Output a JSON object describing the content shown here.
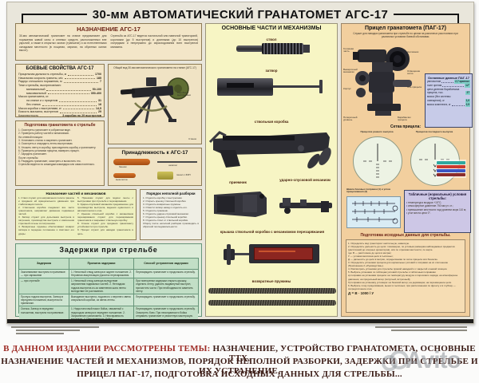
{
  "title": "30-мм АВТОМАТИЧЕСКИЙ ГРАНАТОМЕТ АГС-17",
  "left": {
    "purpose": {
      "heading": "НАЗНАЧЕНИЕ АГС-17",
      "para1": "30-мм автоматический гранатомет на станке предназначен для поражения живой силы и огневых средств, расположенных вне укрытий, а также в открытых окопах (траншеях) и за естественными складками местности (в лощинах, оврагах, на обратных скатах высот).",
      "para2": "Стрельба из АГС-17 ведется настильной или навесной траекторией, короткими (до 5 выстрелов) и длинными (до 10 выстрелов) очередями и непрерывно до израсходования всех выстрелов магазина."
    },
    "combat": {
      "heading": "БОЕВЫЕ СВОЙСТВА АГС-17",
      "rows": [
        {
          "label": "Прицельная дальность стрельбы, м",
          "value": "1700"
        },
        {
          "label": "Начальная скорость гранаты, м/с",
          "value": "185"
        },
        {
          "label": "Радиус сплошного поражения, м",
          "value": "7"
        },
        {
          "label": "Темп стрельбы, выстрелов/мин:",
          "value": ""
        },
        {
          "label": "минимальный",
          "value": "50-100"
        },
        {
          "label": "максимальный",
          "value": "350-400"
        },
        {
          "label": "Масса гранатомета, кг:",
          "value": ""
        },
        {
          "label": "на станке и с прицелом",
          "value": "31"
        },
        {
          "label": "без станка",
          "value": "18"
        },
        {
          "label": "Масса коробки с выстрелами, кг",
          "value": "14,5"
        },
        {
          "label": "Емкость магазина, выстрелов",
          "value": "29"
        },
        {
          "label": "Комплектность",
          "value": "3 коробки по 29 выстрелов"
        }
      ]
    },
    "overview": {
      "caption": "Общий вид 30-мм автоматического гранатомета на станке (АГС-17)",
      "label_box": "Коробка с выстрелами",
      "label_mount": "Станок"
    },
    "prep": {
      "heading": "Подготовка гранатомета к стрельбе",
      "text": "1. Осмотреть гранатомет в собранном виде.\n2. Проверить работу частей и механизмов.\nНа огневой позиции:\n3. Установить станок и закрепить гранатомет.\n4. Осмотреть и снарядить ленты выстрелами.\n5. Уложить ленту в коробку, присоединить коробку к гранатомету.\n6. Проверить установки прицела, выверить прицел.\n7. Зарядить гранатомет.\nПосле стрельбы:\n8. Разрядить гранатомет, осмотреть и вычистить его.\nСтрельба ведется по командам командира или самостоятельно."
    },
    "accessories": {
      "heading": "Принадлежность к АГС-17",
      "items": [
        "банник",
        "шомпол",
        "выколотка",
        "пенал с ЗИП"
      ]
    },
    "parts_purpose": {
      "heading": "Назначение частей и механизмов",
      "col1": "1. Ствол служит для направления полета гранаты и придания ей вращательного движения при стабилизации полета.\n2. Ствольная коробка соединяет все части гранатомета, направляет движение подвижных частей.\n3. Затвор служит для досылания выстрела в патронник, производства выстрела и извлечения стреляной гильзы из патронника.\n4. Возвратные пружины обеспечивают возврат затвора в переднее положение и смягчают его удары.",
      "col2": "5. Приемник служит для подачи ленты с выстрелами при стрельбе и перезаряжании.\n6. Ударно-спусковой механизм предназначен для производства выстрела, ведения одиночного и автоматического огня.\n7. Крышка ствольной коробки с механизмом перезаряжания служит для перезаряжания гранатомета и закрывает ствольную коробку.\n8. Станок служит для придания гранатомету устойчивости при стрельбе.\n9. Прицел служит для наводки гранатомета в цель."
    },
    "disassembly": {
      "heading": "Порядок неполной разборки",
      "text": "1. Отделить коробку с выстрелами.\n2. Открыть крышку ствольной коробки.\n3. Отделить возвратные пружины.\n4. Отвести затвор назад и отделить его.\n5. Отделить приемник.\n6. Отделить ударно-спусковой механизм.\n7. Отделить крышку ствольной коробки.\n8. Отделить ствол от ствольной коробки.\nСборку после неполной разборки производить в обратной последовательности."
    },
    "stoppages": {
      "heading": "Задержки при стрельбе",
      "columns": [
        "Задержка",
        "Причина задержки",
        "Способ устранения задержки"
      ],
      "rows": [
        [
          "Заклинивание выстрела в приемнике: — при заряжании",
          "1. Неполный отвод затвора в заднее положение. 2. Неровная амортизация рукояток перезаряжания.",
          "Перезарядить гранатомет и продолжать стрельбу."
        ],
        [
          "— при стрельбе",
          "1. Неполный отход затвора вследствие загрязнения подвижных частей. 2. Негладкая подача выстрела из-за изменения шага ленты вследствие ее растяжения.",
          "При повторении задержки открыть крышку, отделить ленту, удалить выдвинутый выстрел, прочистить части. При необходимости заменить ленту."
        ],
        [
          "Пропуск подачи выстрела. Затвор в переднем положении, выстрела на приемнике.",
          "Выпадение выстрела, поданного с верхнего звена спиральной коробки, из звена ленты.",
          "Перезарядить гранатомет и продолжать стрельбу."
        ],
        [
          "Осечка. Затвор в переднем положении, выстрела на приемнике.",
          "1. Недостаточный накол бойка, связанный с недоходом затвора в переднее положение. 2. Загрязнение гранатомета. 3. Неисправность выстрела. 4. Неисправность бойка.",
          "Перезарядить гранатомет и продолжать стрельбу. Осмотреть боек. При неисправности бойка отправить гранатомет в ремонтную мастерскую."
        ]
      ]
    }
  },
  "middle": {
    "heading": "ОСНОВНЫЕ ЧАСТИ И МЕХАНИЗМЫ",
    "parts": {
      "barrel": "ствол",
      "bolt": "затвор",
      "receiver": "ствольная коробка",
      "feeder": "приемник",
      "trigger": "ударно-спусковой механизм",
      "cover": "крышка ствольной коробки с механизмом перезаряжания",
      "springs": "возвратные пружины"
    }
  },
  "right": {
    "heading": "Прицел гранатомета (ПАГ-17)",
    "subtitle": "Служит для наводки гранатомета при стрельбе по целям на различных расстояниях при различных условиях боевой обстановки.",
    "data_box": {
      "heading": "Основные данные ПАГ-17",
      "rows": [
        {
          "label": "увеличение",
          "value": "2,7 кратное"
        },
        {
          "label": "поле зрения",
          "value": "12°"
        },
        {
          "label": "цена деления барабанчика прицела, тыс.",
          "value": "27"
        },
        {
          "label": "масса (без системы освещения), кг",
          "value": "1,0"
        },
        {
          "label": "масса комплекта, кг",
          "value": "2,5"
        }
      ]
    },
    "sight_labels": [
      "Головная часть",
      "Выверочный механизм",
      "Корпус",
      "Поперечный уровень",
      "Наглазник",
      "Освещение сетки",
      "Ось прицела",
      "Барабанчик прицела"
    ],
    "reticle": {
      "heading": "Сетка прицела:",
      "left_label": "Прицелов раннего выпуска",
      "right_label": "Прицелов последнего выпуска",
      "legend_colors": [
        "#2fa8a0",
        "#cc3b2f",
        "#3b55c4",
        "#8a2b2b"
      ]
    },
    "scale_box": "Шкала боковых поправок (1) и углов прицеливания (2)",
    "conditions": {
      "heading": "Табличные (нормальные) условия стрельбы:",
      "text": "• температура воздуха +15°С;\n• атмосферное давление 750 мм рт. ст.;\n• превышение местности над уровнем моря 110 м;\n• угол места цели 0°."
    },
    "data_prep": {
      "heading": "Подготовка исходных данных для стрельбы.",
      "formula": "Д = В · 1000 / У",
      "text": "1. Определить вид траектории: настильную, навесную.\n2. Определить дальность до цели: глазомерно, по угловым размерам наблюдаемых предметов (расстояний до опорных ориентиров), или по отрезкам местности, по карте.\nгде:  В — расстояние до цели в метрах;\n        У — угловая величина цели в тысячных;\n        Д — дальность до цели в метрах, определяемая по сетке прицела или биноклю.\n3. Определить установки прицела для нормальных условий и поправки на их отклонение (Приложение 2 «Руководства»).\n4. Рассмотреть установки для стрельбы прямой наводкой и с закрытой огневой позиции.\n5. Выбрать установки по таблицам условий стрельбы и табличным поправкам:\n   а) поправки на установки прицела: на температуру воздуха и порохового заряда; на атмосферное давление; на продольный ветер (попутный, встречный);\n   б) поправки на установку угломера: на боковой ветер; на деривацию; на перемещение цели.\n6. Выбрать точку прицеливания, вынос в тысячных; при расположении по фронту и в глубину — сосредоточение огня."
    }
  },
  "footer": {
    "lead": "В ДАННОМ ИЗДАНИИ РАССМОТРЕНЫ ТЕМЫ:",
    "line1_rest": " НАЗНАЧЕНИЕ, УСТРОЙСТВО ГРАНАТОМЕТА, ОСНОВНЫЕ ТТХ,",
    "line2": "НАЗНАЧЕНИЕ ЧАСТЕЙ И МЕХАНИЗМОВ, ПОРЯДОК НЕПОЛНОЙ РАЗБОРКИ, ЗАДЕРЖКИ ПРИ СТРЕЛЬБЕ И ИХ УСТРАНЕНИЕ,",
    "line3": "ПРИЦЕЛ ПАГ-17, ПОДГОТОВКА ИСХОДНЫХ ДАННЫХ ДЛЯ СТРЕЛЬБЫ...",
    "watermark": "Avito"
  }
}
